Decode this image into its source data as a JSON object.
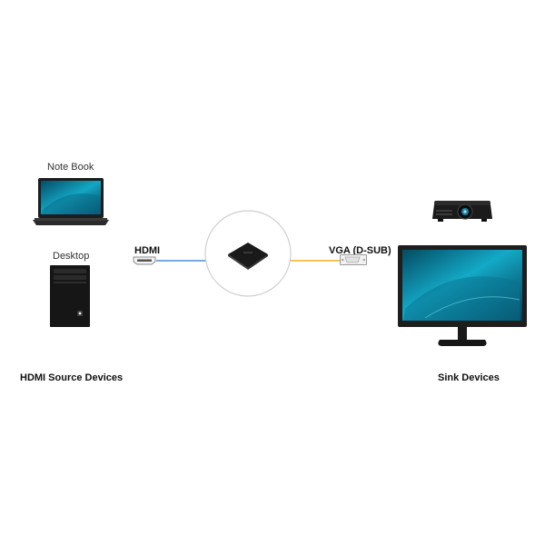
{
  "source": {
    "notebook_label": "Note Book",
    "desktop_label": "Desktop",
    "group_label": "HDMI Source Devices"
  },
  "links": {
    "input_label": "HDMI",
    "output_label": "VGA (D-SUB)",
    "input_color": "#4a8fd0",
    "output_color": "#f2b01e"
  },
  "sink": {
    "group_label": "Sink Devices"
  },
  "colors": {
    "screen_blue": "#0f8ea8",
    "device_dark": "#1c1c1c"
  }
}
